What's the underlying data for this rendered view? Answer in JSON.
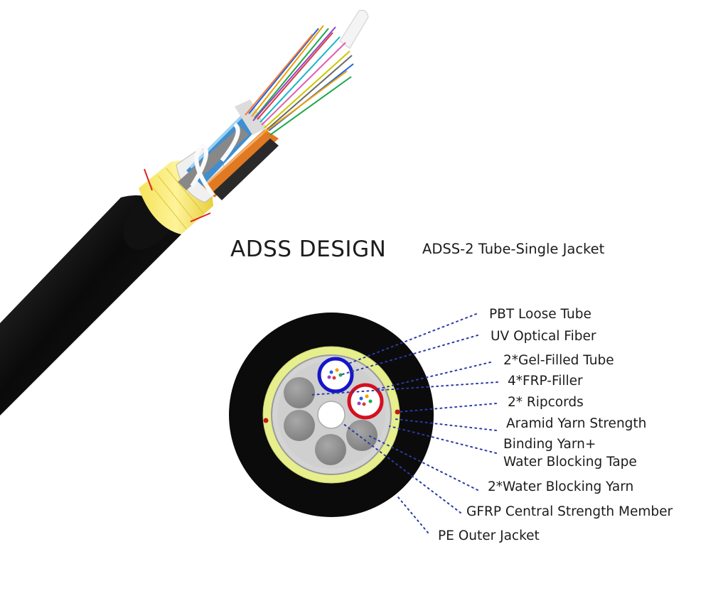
{
  "header": {
    "title": "ADSS DESIGN",
    "subtitle": "ADSS-2 Tube-Single Jacket"
  },
  "legend": {
    "items": [
      {
        "label": "PBT Loose Tube"
      },
      {
        "label": "UV Optical Fiber"
      },
      {
        "label": "2*Gel-Filled Tube"
      },
      {
        "label": "4*FRP-Filler"
      },
      {
        "label": "2* Ripcords"
      },
      {
        "label": "Aramid Yarn Strength"
      },
      {
        "label": "Binding Yarn+",
        "label2": "Water Blocking Tape"
      },
      {
        "label": "2*Water Blocking Yarn"
      },
      {
        "label": "GFRP Central Strength Member"
      },
      {
        "label": "PE Outer Jacket"
      }
    ]
  },
  "colors": {
    "jacket": "#0b0b0b",
    "aramid_yellow": "#e6ef8c",
    "tape_gray": "#c9c9c9",
    "filler_gray": "#8f8f8f",
    "tube_blue": "#1515c8",
    "tube_red": "#d41020",
    "leader_blue": "#2a3aa8",
    "ripcord_red": "#c01818"
  }
}
